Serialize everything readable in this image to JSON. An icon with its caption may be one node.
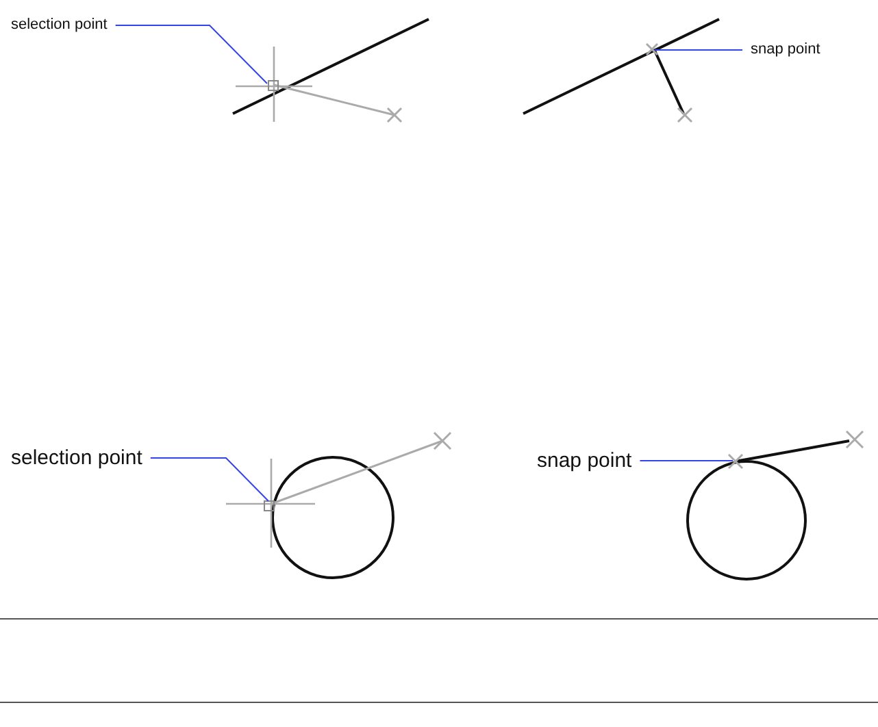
{
  "diagram": {
    "nodes": [
      {
        "text": [
          "selection point"
        ]
      },
      {
        "text": [
          "snap point"
        ]
      },
      {
        "text": [
          "selection point"
        ]
      },
      {
        "text": [
          "snap point"
        ]
      }
    ],
    "edges": [
      {
        "from": 0,
        "to": null,
        "arrow": "none"
      },
      {
        "from": 1,
        "to": null,
        "arrow": "none"
      },
      {
        "from": 2,
        "to": null,
        "arrow": "none"
      },
      {
        "from": 3,
        "to": null,
        "arrow": "none"
      }
    ]
  }
}
